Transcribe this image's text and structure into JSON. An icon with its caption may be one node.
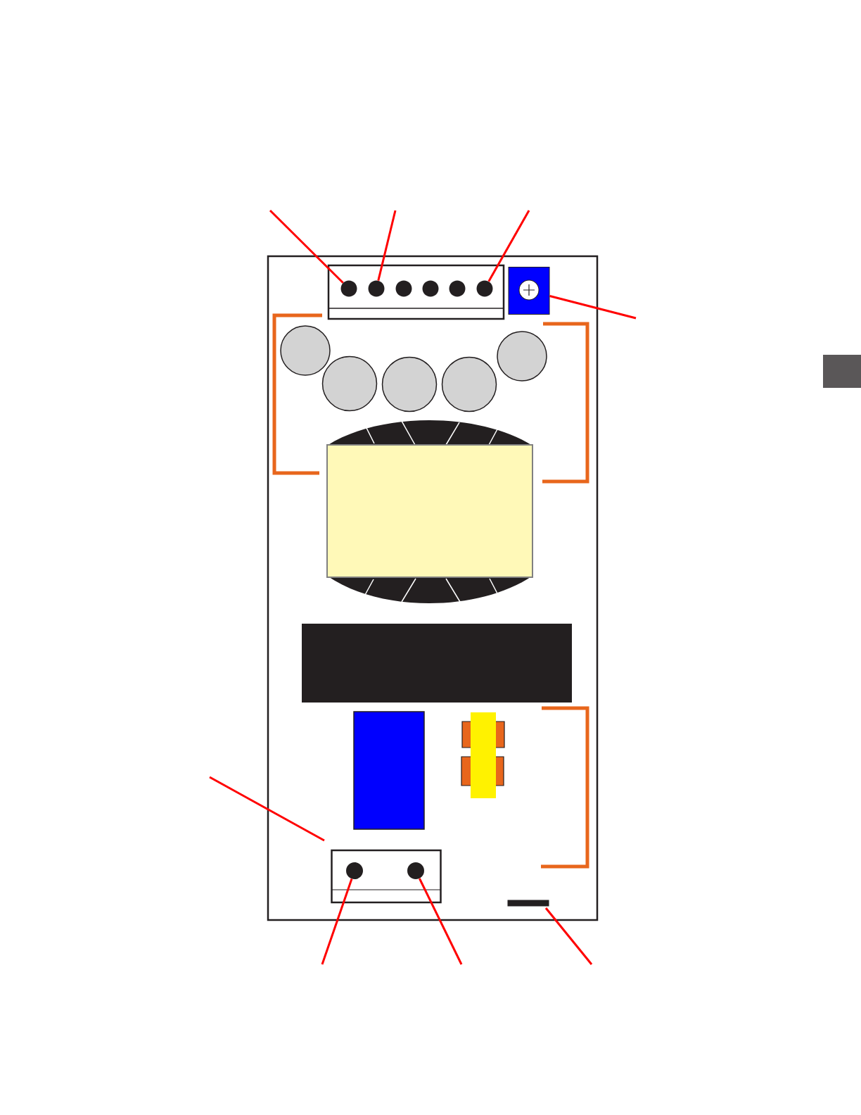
{
  "diagram": {
    "nodes": [
      {
        "text": [],
        "shape": "circle"
      },
      {
        "text": [],
        "shape": "circle"
      },
      {
        "text": [],
        "shape": "circle"
      },
      {
        "text": [],
        "shape": "box"
      },
      {
        "text": [],
        "shape": "box"
      },
      {
        "text": [],
        "shape": "circle",
        "in": 4
      },
      {
        "text": [],
        "shape": "circle",
        "in": 4
      },
      {
        "text": [],
        "shape": "bar"
      }
    ],
    "edges": [
      {
        "from": null,
        "to": 0,
        "arrow": "none"
      },
      {
        "from": null,
        "to": 1,
        "arrow": "none"
      },
      {
        "from": null,
        "to": 2,
        "arrow": "none"
      },
      {
        "from": null,
        "to": 3,
        "arrow": "none"
      },
      {
        "from": null,
        "to": 4,
        "arrow": "none"
      },
      {
        "from": null,
        "to": 5,
        "arrow": "none"
      },
      {
        "from": null,
        "to": 6,
        "arrow": "none"
      },
      {
        "from": null,
        "to": 7,
        "arrow": "none"
      }
    ]
  }
}
